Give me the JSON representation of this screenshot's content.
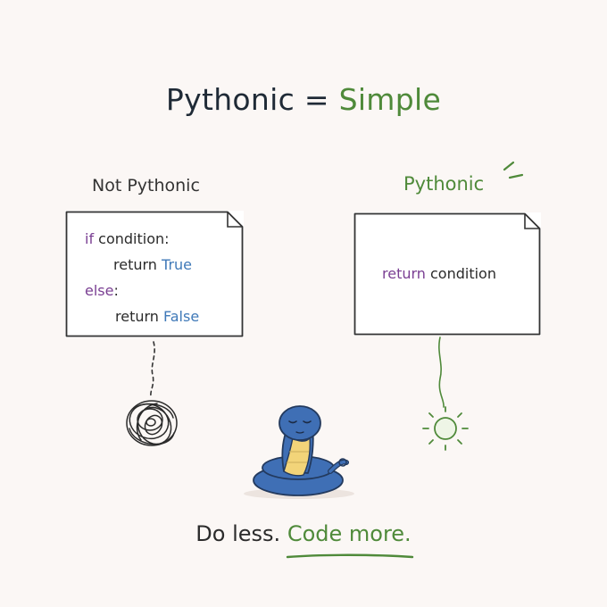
{
  "title": {
    "part1": "Pythonic",
    "eq": "=",
    "part2": "Simple"
  },
  "left": {
    "label": "Not Pythonic",
    "code": [
      {
        "kw": "if",
        "rest": " condition:"
      },
      {
        "indent": true,
        "plain": "return ",
        "bool": "True"
      },
      {
        "kw": "else",
        "rest": ":"
      },
      {
        "indent": true,
        "plain": "return ",
        "bool": "False"
      }
    ]
  },
  "right": {
    "label": "Pythonic",
    "code": {
      "kw": "return",
      "rest": " condition"
    }
  },
  "footer": {
    "part1": "Do less.",
    "part2": "Code more."
  },
  "colors": {
    "background": "#fbf7f5",
    "green": "#4f8a3a",
    "keyword_purple": "#7a3f93",
    "boolean_blue": "#3f79b8",
    "snake_blue": "#3f6fb5",
    "snake_yellow": "#f2d479"
  },
  "icons": [
    "tangle-icon",
    "sun-icon",
    "sparkle-icon",
    "meditating-snake-icon"
  ]
}
